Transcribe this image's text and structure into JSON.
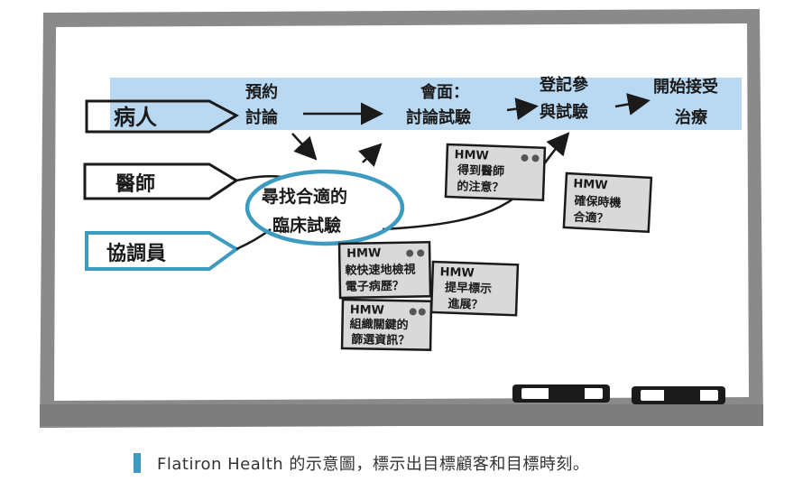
{
  "actors": {
    "patient": "病人",
    "doctor": "醫師",
    "coordinator": "協調員"
  },
  "journey": {
    "step1_line1": "預約",
    "step1_line2": "討論",
    "step2_line1": "會面：",
    "step2_line2": "討論試驗",
    "step3_line1": "登記參",
    "step3_line2": "與試驗",
    "step4_line1": "開始接受",
    "step4_line2": "治療"
  },
  "center_node": {
    "line1": "尋找合適的",
    "line2": "臨床試驗"
  },
  "notes": [
    {
      "tag": "HMW",
      "line1": "得到醫師",
      "line2": "的注意？"
    },
    {
      "tag": "HMW",
      "line1": "確保時機",
      "line2": "合適？"
    },
    {
      "tag": "HMW",
      "line1": "較快速地檢視",
      "line2": "電子病歷？"
    },
    {
      "tag": "HMW",
      "line1": "提早標示",
      "line2": "進展？"
    },
    {
      "tag": "HMW",
      "line1": "組織關鍵的",
      "line2": "篩選資訊？"
    }
  ],
  "caption": "Flatiron Health 的示意圖，標示出目標顧客和目標時刻。",
  "colors": {
    "highlight": "#b9d9f2",
    "accent_blue": "#3d9bc1",
    "board_frame": "#8a8a8a",
    "note_fill": "#d9d9d9"
  }
}
